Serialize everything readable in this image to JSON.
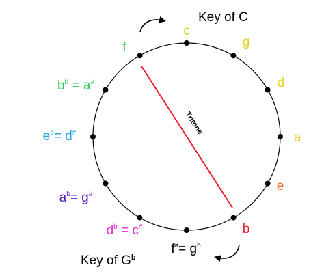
{
  "titles": {
    "top": "Key of C",
    "bottom_main": "Key of G",
    "bottom_accidental": "b"
  },
  "tritone_label": "Tritone",
  "colors": {
    "circle": "#000000",
    "dot": "#000000",
    "tritone_line": "#e8202a",
    "arrow": "#000000"
  },
  "notes": [
    {
      "id": "c",
      "parts": [
        {
          "t": "c"
        }
      ],
      "color": "#c8d21e"
    },
    {
      "id": "g",
      "parts": [
        {
          "t": "g"
        }
      ],
      "color": "#d8d21c"
    },
    {
      "id": "d",
      "parts": [
        {
          "t": "d"
        }
      ],
      "color": "#e6d82a"
    },
    {
      "id": "a",
      "parts": [
        {
          "t": "a"
        }
      ],
      "color": "#f0c81e"
    },
    {
      "id": "e",
      "parts": [
        {
          "t": "e"
        }
      ],
      "color": "#f26a1e"
    },
    {
      "id": "b",
      "parts": [
        {
          "t": "b"
        }
      ],
      "color": "#e8202a"
    },
    {
      "id": "f-sharp",
      "parts": [
        {
          "t": "f"
        },
        {
          "t": "#",
          "sup": true
        },
        {
          "t": "= g"
        },
        {
          "t": "b",
          "sup": true
        }
      ],
      "color": "#000000"
    },
    {
      "id": "d-flat",
      "parts": [
        {
          "t": "d"
        },
        {
          "t": "b",
          "sup": true
        },
        {
          "t": " = c"
        },
        {
          "t": "#",
          "sup": true
        }
      ],
      "color": "#e030d8"
    },
    {
      "id": "a-flat",
      "parts": [
        {
          "t": "a"
        },
        {
          "t": "b",
          "sup": true
        },
        {
          "t": "= g"
        },
        {
          "t": "#",
          "sup": true
        }
      ],
      "color": "#5a14c8"
    },
    {
      "id": "e-flat",
      "parts": [
        {
          "t": "e"
        },
        {
          "t": "b",
          "sup": true
        },
        {
          "t": "= d"
        },
        {
          "t": "#",
          "sup": true
        }
      ],
      "color": "#1ea0e0"
    },
    {
      "id": "b-flat",
      "parts": [
        {
          "t": "b"
        },
        {
          "t": "b",
          "sup": true
        },
        {
          "t": " = a"
        },
        {
          "t": "#",
          "sup": true
        }
      ],
      "color": "#2fcc52"
    },
    {
      "id": "f",
      "parts": [
        {
          "t": "f"
        }
      ],
      "color": "#34c84a"
    }
  ]
}
